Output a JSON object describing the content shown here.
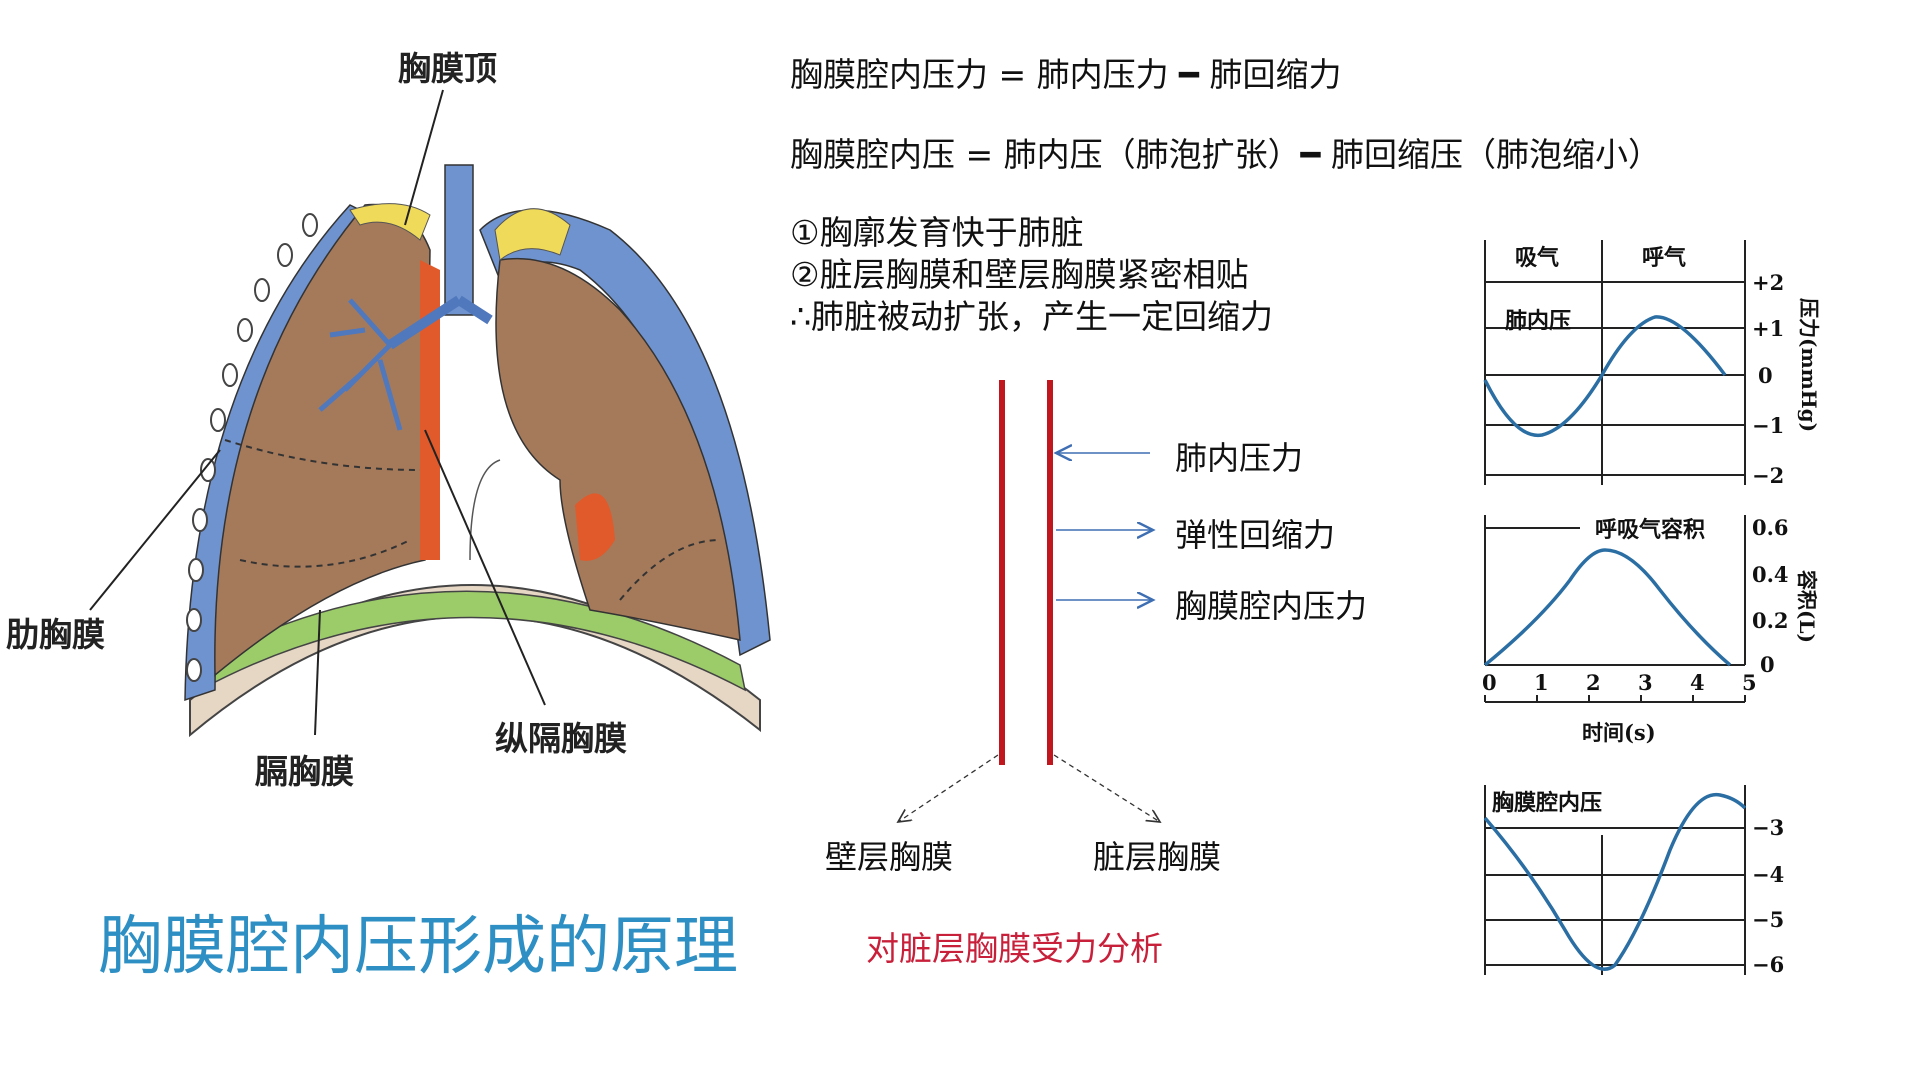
{
  "slide": {
    "title": "胸膜腔内压形成的原理",
    "equation1": "胸膜腔内压力 = 肺内压力 ━ 肺回缩力",
    "equation2": "胸膜腔内压 = 肺内压（肺泡扩张）━ 肺回缩压（肺泡缩小）",
    "notes": [
      "①胸廓发育快于肺脏",
      "②脏层胸膜和壁层胸膜紧密相贴",
      "∴肺脏被动扩张，产生一定回缩力"
    ]
  },
  "lung_diagram": {
    "labels": {
      "apex": "胸膜顶",
      "costal": "肋胸膜",
      "diaphragmatic": "膈胸膜",
      "mediastinal": "纵隔胸膜"
    }
  },
  "force_diagram": {
    "forces": [
      "肺内压力",
      "弹性回缩力",
      "胸膜腔内压力"
    ],
    "parietal_label": "壁层胸膜",
    "visceral_label": "脏层胸膜",
    "caption": "对脏层胸膜受力分析",
    "colors": {
      "membrane": "#c0161d",
      "arrow": "#3f6fb3",
      "caption": "#c8203a"
    }
  },
  "graphs": {
    "phase_labels": [
      "吸气",
      "呼气"
    ],
    "intrapulmonary": {
      "title": "肺内压",
      "y_label": "压力(mmHg)",
      "y_ticks": [
        "+2",
        "+1",
        "0",
        "−1",
        "−2"
      ]
    },
    "volume": {
      "title": "呼吸气容积",
      "y_label": "容积(L)",
      "y_ticks": [
        "0.6",
        "0.4",
        "0.2",
        "0"
      ],
      "x_ticks": [
        "0",
        "1",
        "2",
        "3",
        "4",
        "5"
      ],
      "x_label": "时间(s)"
    },
    "intrapleural": {
      "title": "胸膜腔内压",
      "y_ticks": [
        "−3",
        "−4",
        "−5",
        "−6"
      ]
    },
    "line_color": "#2a6ea3"
  }
}
